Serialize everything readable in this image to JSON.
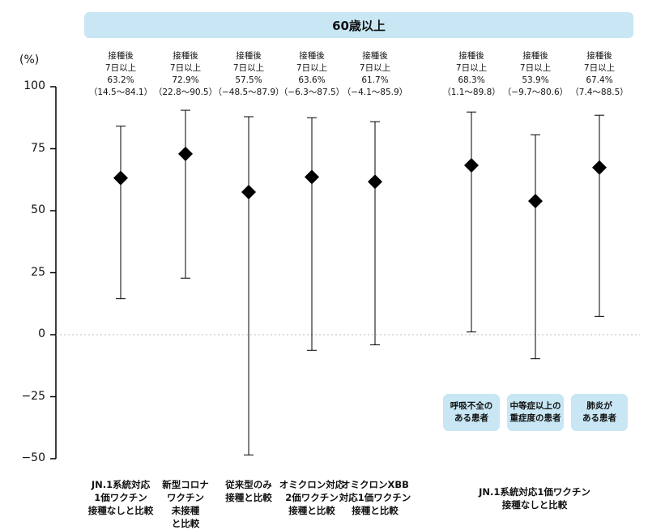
{
  "header": {
    "banner": "60歳以上"
  },
  "chart_data": {
    "type": "scatter",
    "ylabel": "(%)",
    "ylim": [
      -50,
      100
    ],
    "yticks": [
      "100",
      "75",
      "50",
      "25",
      "0",
      "−25",
      "−50"
    ],
    "ytick_values": [
      100,
      75,
      50,
      25,
      0,
      -25,
      -50
    ],
    "reference_line": 0,
    "points": [
      {
        "value": 63.2,
        "low": 14.5,
        "high": 84.1,
        "annotation": [
          "接種後",
          "7日以上",
          "63.2%",
          "（14.5～84.1）"
        ],
        "category_lines": [
          "JN.1系統対応",
          "1価ワクチン",
          "接種なしと比較"
        ]
      },
      {
        "value": 72.9,
        "low": 22.8,
        "high": 90.5,
        "annotation": [
          "接種後",
          "7日以上",
          "72.9%",
          "（22.8～90.5）"
        ],
        "category_lines": [
          "新型コロナ",
          "ワクチン",
          "未接種",
          "と比較"
        ]
      },
      {
        "value": 57.5,
        "low": -48.5,
        "high": 87.9,
        "annotation": [
          "接種後",
          "7日以上",
          "57.5%",
          "（−48.5～87.9）"
        ],
        "category_lines": [
          "従来型のみ",
          "接種と比較"
        ]
      },
      {
        "value": 63.6,
        "low": -6.3,
        "high": 87.5,
        "annotation": [
          "接種後",
          "7日以上",
          "63.6%",
          "（−6.3～87.5）"
        ],
        "category_lines": [
          "オミクロン対応",
          "2価ワクチン",
          "接種と比較"
        ]
      },
      {
        "value": 61.7,
        "low": -4.1,
        "high": 85.9,
        "annotation": [
          "接種後",
          "7日以上",
          "61.7%",
          "（−4.1～85.9）"
        ],
        "category_lines": [
          "オミクロンXBB",
          "対応1価ワクチン",
          "接種と比較"
        ]
      },
      {
        "value": 68.3,
        "low": 1.1,
        "high": 89.8,
        "annotation": [
          "接種後",
          "7日以上",
          "68.3%",
          "（1.1～89.8）"
        ],
        "badge_lines": [
          "呼吸不全の",
          "ある患者"
        ]
      },
      {
        "value": 53.9,
        "low": -9.7,
        "high": 80.6,
        "annotation": [
          "接種後",
          "7日以上",
          "53.9%",
          "（−9.7～80.6）"
        ],
        "badge_lines": [
          "中等症以上の",
          "重症度の患者"
        ]
      },
      {
        "value": 67.4,
        "low": 7.4,
        "high": 88.5,
        "annotation": [
          "接種後",
          "7日以上",
          "67.4%",
          "（7.4～88.5）"
        ],
        "badge_lines": [
          "肺炎が",
          "ある患者"
        ]
      }
    ],
    "group_label_lines": [
      "JN.1系統対応1価ワクチン",
      "接種なしと比較"
    ],
    "colors": {
      "marker": "#000000",
      "badge": "#c8e6f4",
      "zero_line": "#bbbbbb"
    }
  }
}
